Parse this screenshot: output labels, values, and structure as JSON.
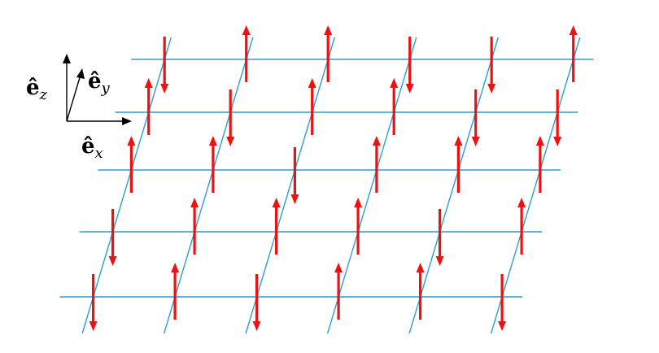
{
  "axes_legend": {
    "ez": {
      "letter": "ê",
      "sub": "z"
    },
    "ey": {
      "letter": "ê",
      "sub": "y"
    },
    "ex": {
      "letter": "ê",
      "sub": "x"
    }
  },
  "colors": {
    "lattice": "#2a9fd0",
    "spin": "#ee1111",
    "axes": "#000000"
  },
  "lattice": {
    "rows": 5,
    "columns": 6,
    "spins": [
      [
        "down",
        "up",
        "up",
        "down",
        "down",
        "up"
      ],
      [
        "up",
        "down",
        "up",
        "up",
        "down",
        "down"
      ],
      [
        "up",
        "up",
        "down",
        "up",
        "up",
        "up"
      ],
      [
        "down",
        "up",
        "up",
        "up",
        "down",
        "up"
      ],
      [
        "down",
        "up",
        "down",
        "up",
        "up",
        "down"
      ]
    ]
  }
}
